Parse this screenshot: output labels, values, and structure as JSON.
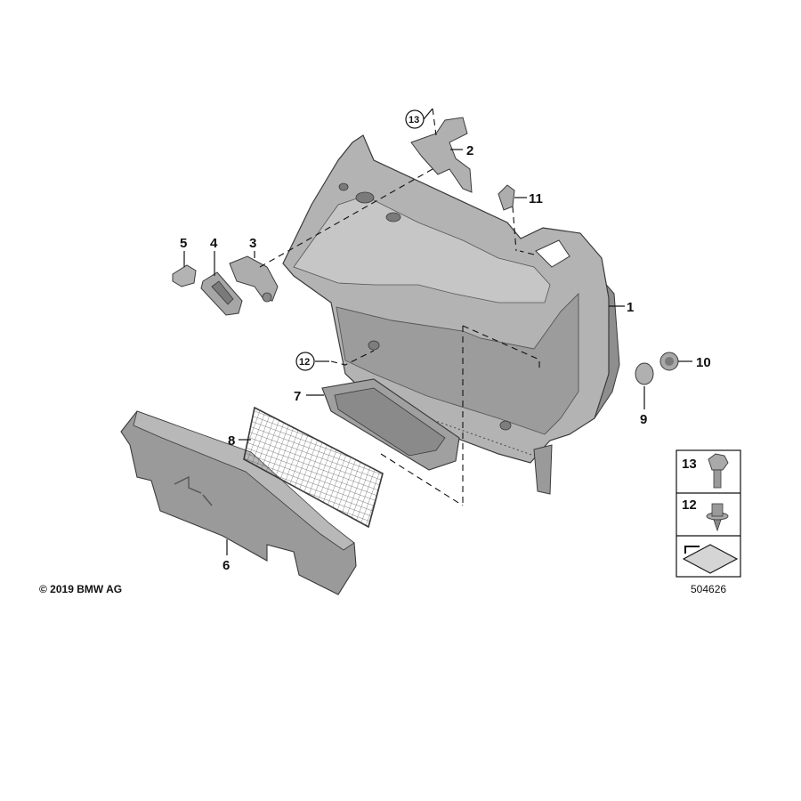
{
  "diagram": {
    "callouts": {
      "c1": "1",
      "c2": "2",
      "c3": "3",
      "c4": "4",
      "c5": "5",
      "c6": "6",
      "c7": "7",
      "c8": "8",
      "c9": "9",
      "c10": "10",
      "c11": "11",
      "c12": "12",
      "c13": "13"
    },
    "legend": {
      "row1": "13",
      "row2": "12"
    },
    "copyright": "© 2019 BMW AG",
    "diagram_number": "504626"
  },
  "colors": {
    "part_fill": "#a9a9a9",
    "part_light": "#c9c9c9",
    "part_dark": "#6e6e6e",
    "outline": "#3a3a3a"
  }
}
